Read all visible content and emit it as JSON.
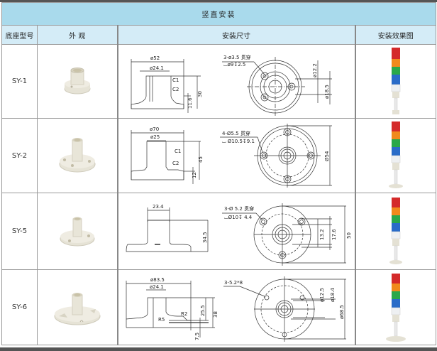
{
  "title": "竖直安装",
  "headers": {
    "model": "底座型号",
    "appearance": "外 观",
    "dimensions": "安装尺寸",
    "effect": "安装效果图"
  },
  "rows": [
    {
      "model": "SY-1",
      "side_dims": [
        "ø52",
        "ø24.1",
        "C1",
        "C2",
        "30",
        "11.6"
      ],
      "top_note_1": "3-ø3.5 贯穿",
      "top_note_2": "⌴ø9↧2.5",
      "top_dims": [
        "ø12.2",
        "ø18.5"
      ]
    },
    {
      "model": "SY-2",
      "side_dims": [
        "ø70",
        "ø25",
        "C1",
        "C2",
        "45",
        "12"
      ],
      "top_note_1": "4-Ø5.5 贯穿",
      "top_note_2": "⌴ Ø10.5↧9.1",
      "top_dims": [
        "Ø54"
      ]
    },
    {
      "model": "SY-5",
      "side_dims": [
        "23.4",
        "34.5"
      ],
      "top_note_1": "3-Ø 5.2 贯穿",
      "top_note_2": "⌴Ø10↧ 4.4",
      "top_dims": [
        "13.2",
        "17.6",
        "50"
      ]
    },
    {
      "model": "SY-6",
      "side_dims": [
        "ø83.5",
        "ø24.1",
        "R5",
        "R2",
        "25.5",
        "38",
        "7.5"
      ],
      "top_note_1": "3-5.2*8",
      "top_note_2": "",
      "top_dims": [
        "ø12.5",
        "ø18.4",
        "ø68.5"
      ]
    }
  ],
  "colors": {
    "title_bg": "#a9daec",
    "header_bg": "#d4ecf7",
    "border": "#999999",
    "light_red": "#d42a2a",
    "light_orange": "#f08a1c",
    "light_green": "#2aa84a",
    "light_blue": "#2a6cc8"
  }
}
